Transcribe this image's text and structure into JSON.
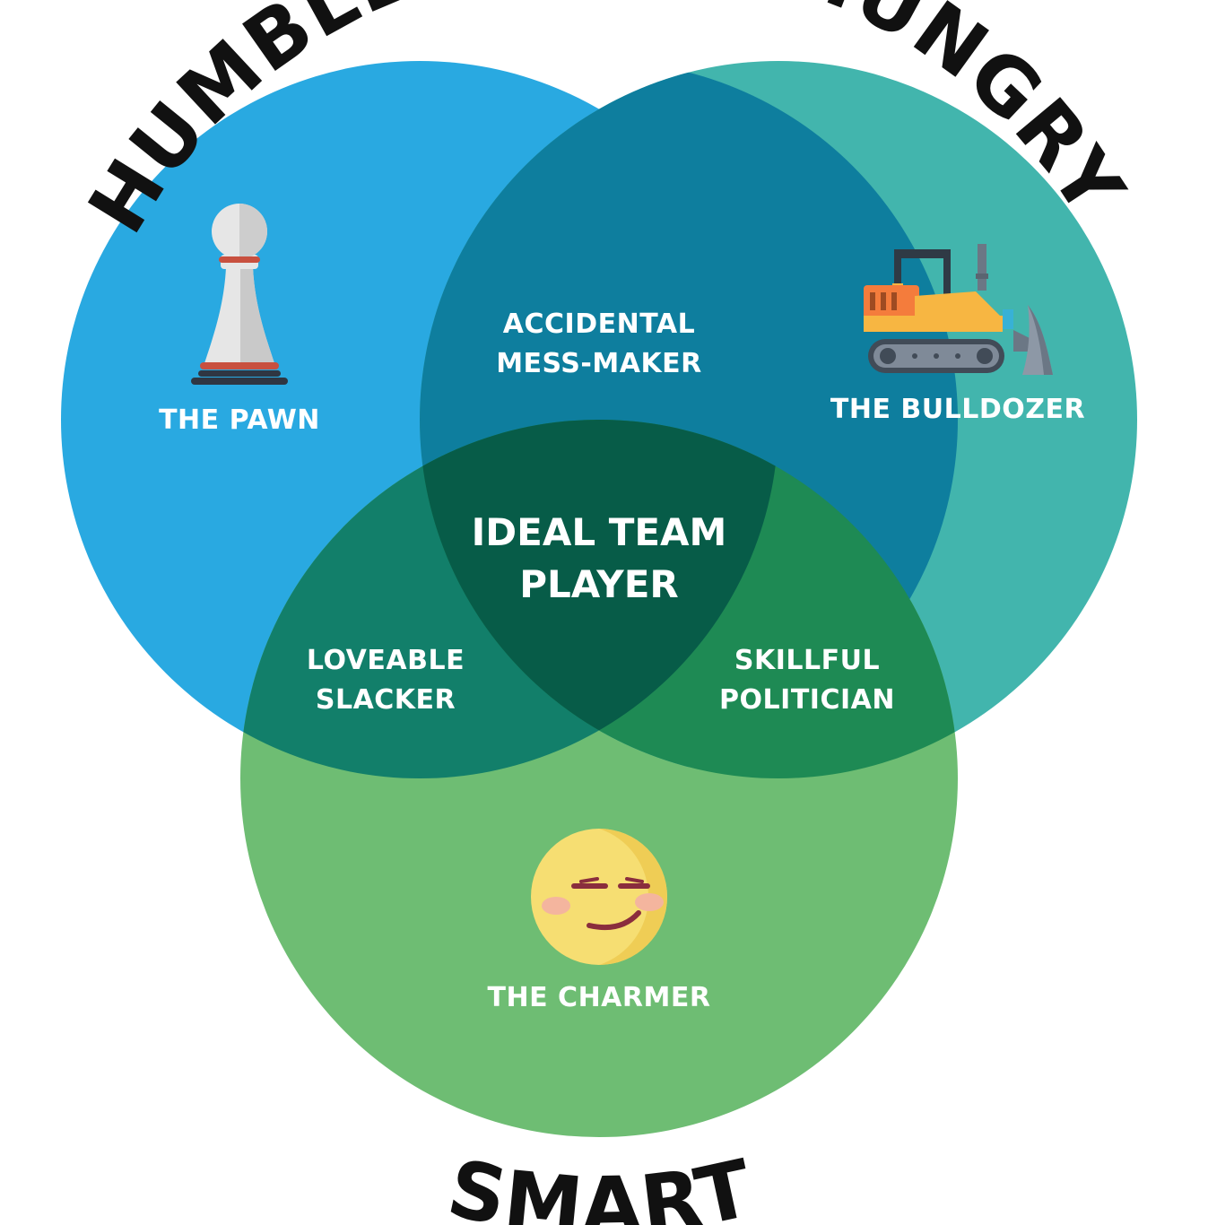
{
  "sets": {
    "humble": {
      "label": "HUMBLE",
      "color": "#29A9E1"
    },
    "hungry": {
      "label": "HUNGRY",
      "color": "#42B5AD"
    },
    "smart": {
      "label": "SMART",
      "color": "#6EBD73"
    }
  },
  "regions": {
    "humble_only": {
      "label": "THE PAWN",
      "icon": "chess-pawn-icon"
    },
    "hungry_only": {
      "label": "THE BULLDOZER",
      "icon": "bulldozer-icon"
    },
    "smart_only": {
      "label": "THE CHARMER",
      "icon": "smirking-face-icon"
    },
    "humble_hungry": {
      "line1": "ACCIDENTAL",
      "line2": "MESS-MAKER",
      "color": "#0E7E9E"
    },
    "humble_smart": {
      "line1": "LOVEABLE",
      "line2": "SLACKER",
      "color": "#127F6A"
    },
    "hungry_smart": {
      "line1": "SKILLFUL",
      "line2": "POLITICIAN",
      "color": "#1E8A54"
    },
    "all_three": {
      "line1": "IDEAL TEAM",
      "line2": "PLAYER",
      "color": "#075C48"
    }
  }
}
